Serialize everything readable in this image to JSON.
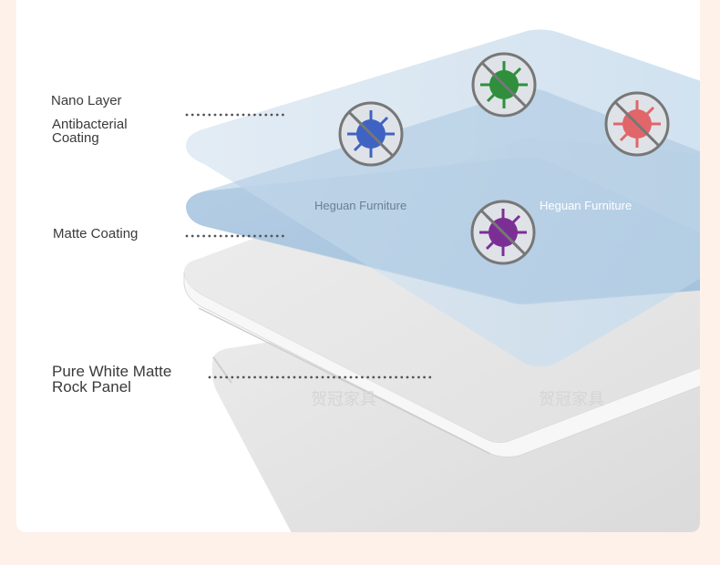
{
  "labels": {
    "nano_layer": "Nano Layer",
    "antibacterial_line1": "Antibacterial",
    "antibacterial_line2": "Coating",
    "matte_coating": "Matte Coating",
    "rock_panel_line1": "Pure White Matte",
    "rock_panel_line2": "Rock Panel"
  },
  "watermarks": {
    "left_en": "Heguan Furniture",
    "right_en": "Heguan Furniture",
    "left_cn": "贺冠家具",
    "right_cn": "贺冠家具"
  },
  "icons": [
    "blue-virus-icon",
    "green-virus-icon",
    "red-virus-icon",
    "purple-virus-icon"
  ],
  "colors": {
    "page_bg": "#fdf1ea",
    "card_bg": "#ffffff",
    "top_layer": "#cfe0ee",
    "mid_layer": "#a8c6df",
    "panel": "#e4e5e6",
    "dots": "#555555"
  }
}
